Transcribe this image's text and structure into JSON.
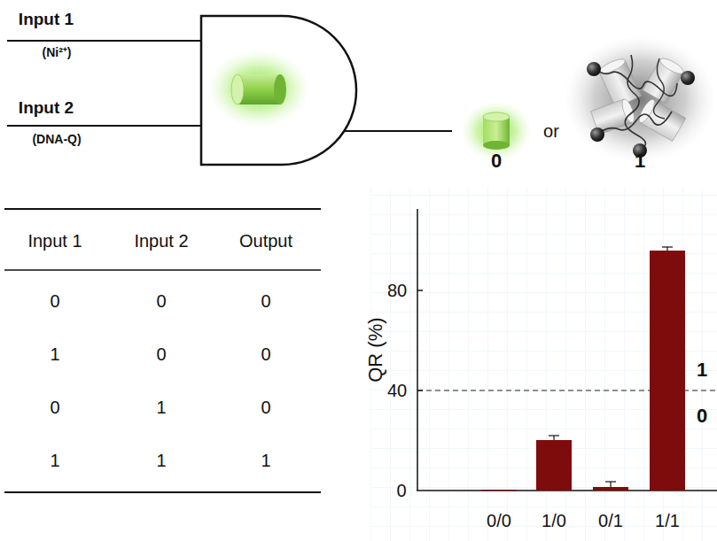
{
  "diagram": {
    "labels": [
      "Input 1",
      "(Ni²⁺)",
      "Input 2",
      "(DNA-Q)",
      "or",
      "0",
      "1",
      "Input 1",
      "Input 2",
      "Output",
      "0",
      "0",
      "0",
      "1",
      "0",
      "0",
      "0",
      "1",
      "0",
      "1",
      "1",
      "1",
      "QR (%)",
      "80",
      "40",
      "0",
      "1",
      "0",
      "0/0",
      "1/0",
      "0/1",
      "1/1"
    ]
  }
}
